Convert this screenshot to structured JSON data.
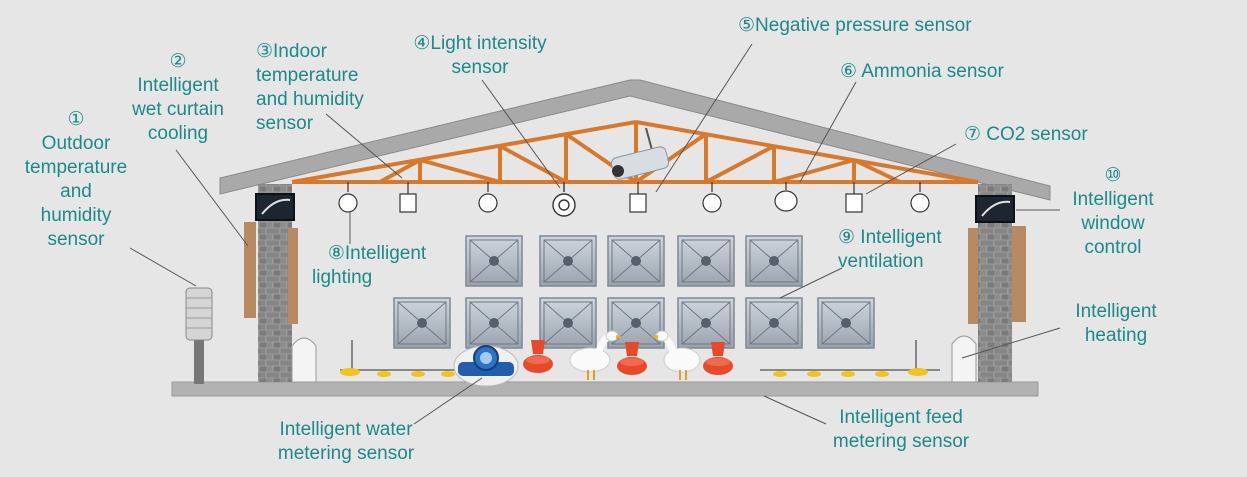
{
  "labels": {
    "outdoor": {
      "num": "①",
      "lines": [
        "Outdoor",
        "temperature",
        "and",
        "humidity",
        "sensor"
      ]
    },
    "wet_curtain": {
      "num": "②",
      "lines": [
        "Intelligent",
        "wet curtain",
        "cooling"
      ]
    },
    "indoor": {
      "lines": [
        "③Indoor",
        "temperature",
        "and humidity",
        "sensor"
      ]
    },
    "light_intensity": {
      "lines": [
        "④Light intensity",
        "sensor"
      ]
    },
    "negative_pressure": {
      "text": "⑤Negative pressure sensor"
    },
    "ammonia": {
      "text": "⑥ Ammonia sensor"
    },
    "co2": {
      "text": "⑦ CO2 sensor"
    },
    "lighting": {
      "lines": [
        "⑧Intelligent",
        "lighting"
      ]
    },
    "ventilation": {
      "lines": [
        "⑨ Intelligent",
        "ventilation"
      ]
    },
    "window": {
      "lines": [
        "⑩",
        "Intelligent",
        "window",
        "control"
      ]
    },
    "heating": {
      "lines": [
        "Intelligent",
        "heating"
      ]
    },
    "water": {
      "lines": [
        "Intelligent water",
        "metering sensor"
      ]
    },
    "feed": {
      "lines": [
        "Intelligent feed",
        "metering sensor"
      ]
    }
  },
  "colors": {
    "label_text": "#1b8a8a",
    "truss": "#d9782a",
    "roof": "#a8a8a8",
    "wall_brick": "#8e8e8e",
    "curtain": "#b88a62",
    "feeder_red": "#e8492b",
    "nipple_yellow": "#f2c318",
    "meter_blue": "#1f5fae"
  },
  "icons": [
    "weather-station-icon",
    "camera-icon",
    "fan-icon",
    "bulb-icon",
    "sensor-box-icon",
    "light-sensor-icon",
    "window-actuator-icon",
    "heater-icon",
    "duck-icon",
    "feeder-icon",
    "water-meter-icon",
    "drinker-icon"
  ]
}
